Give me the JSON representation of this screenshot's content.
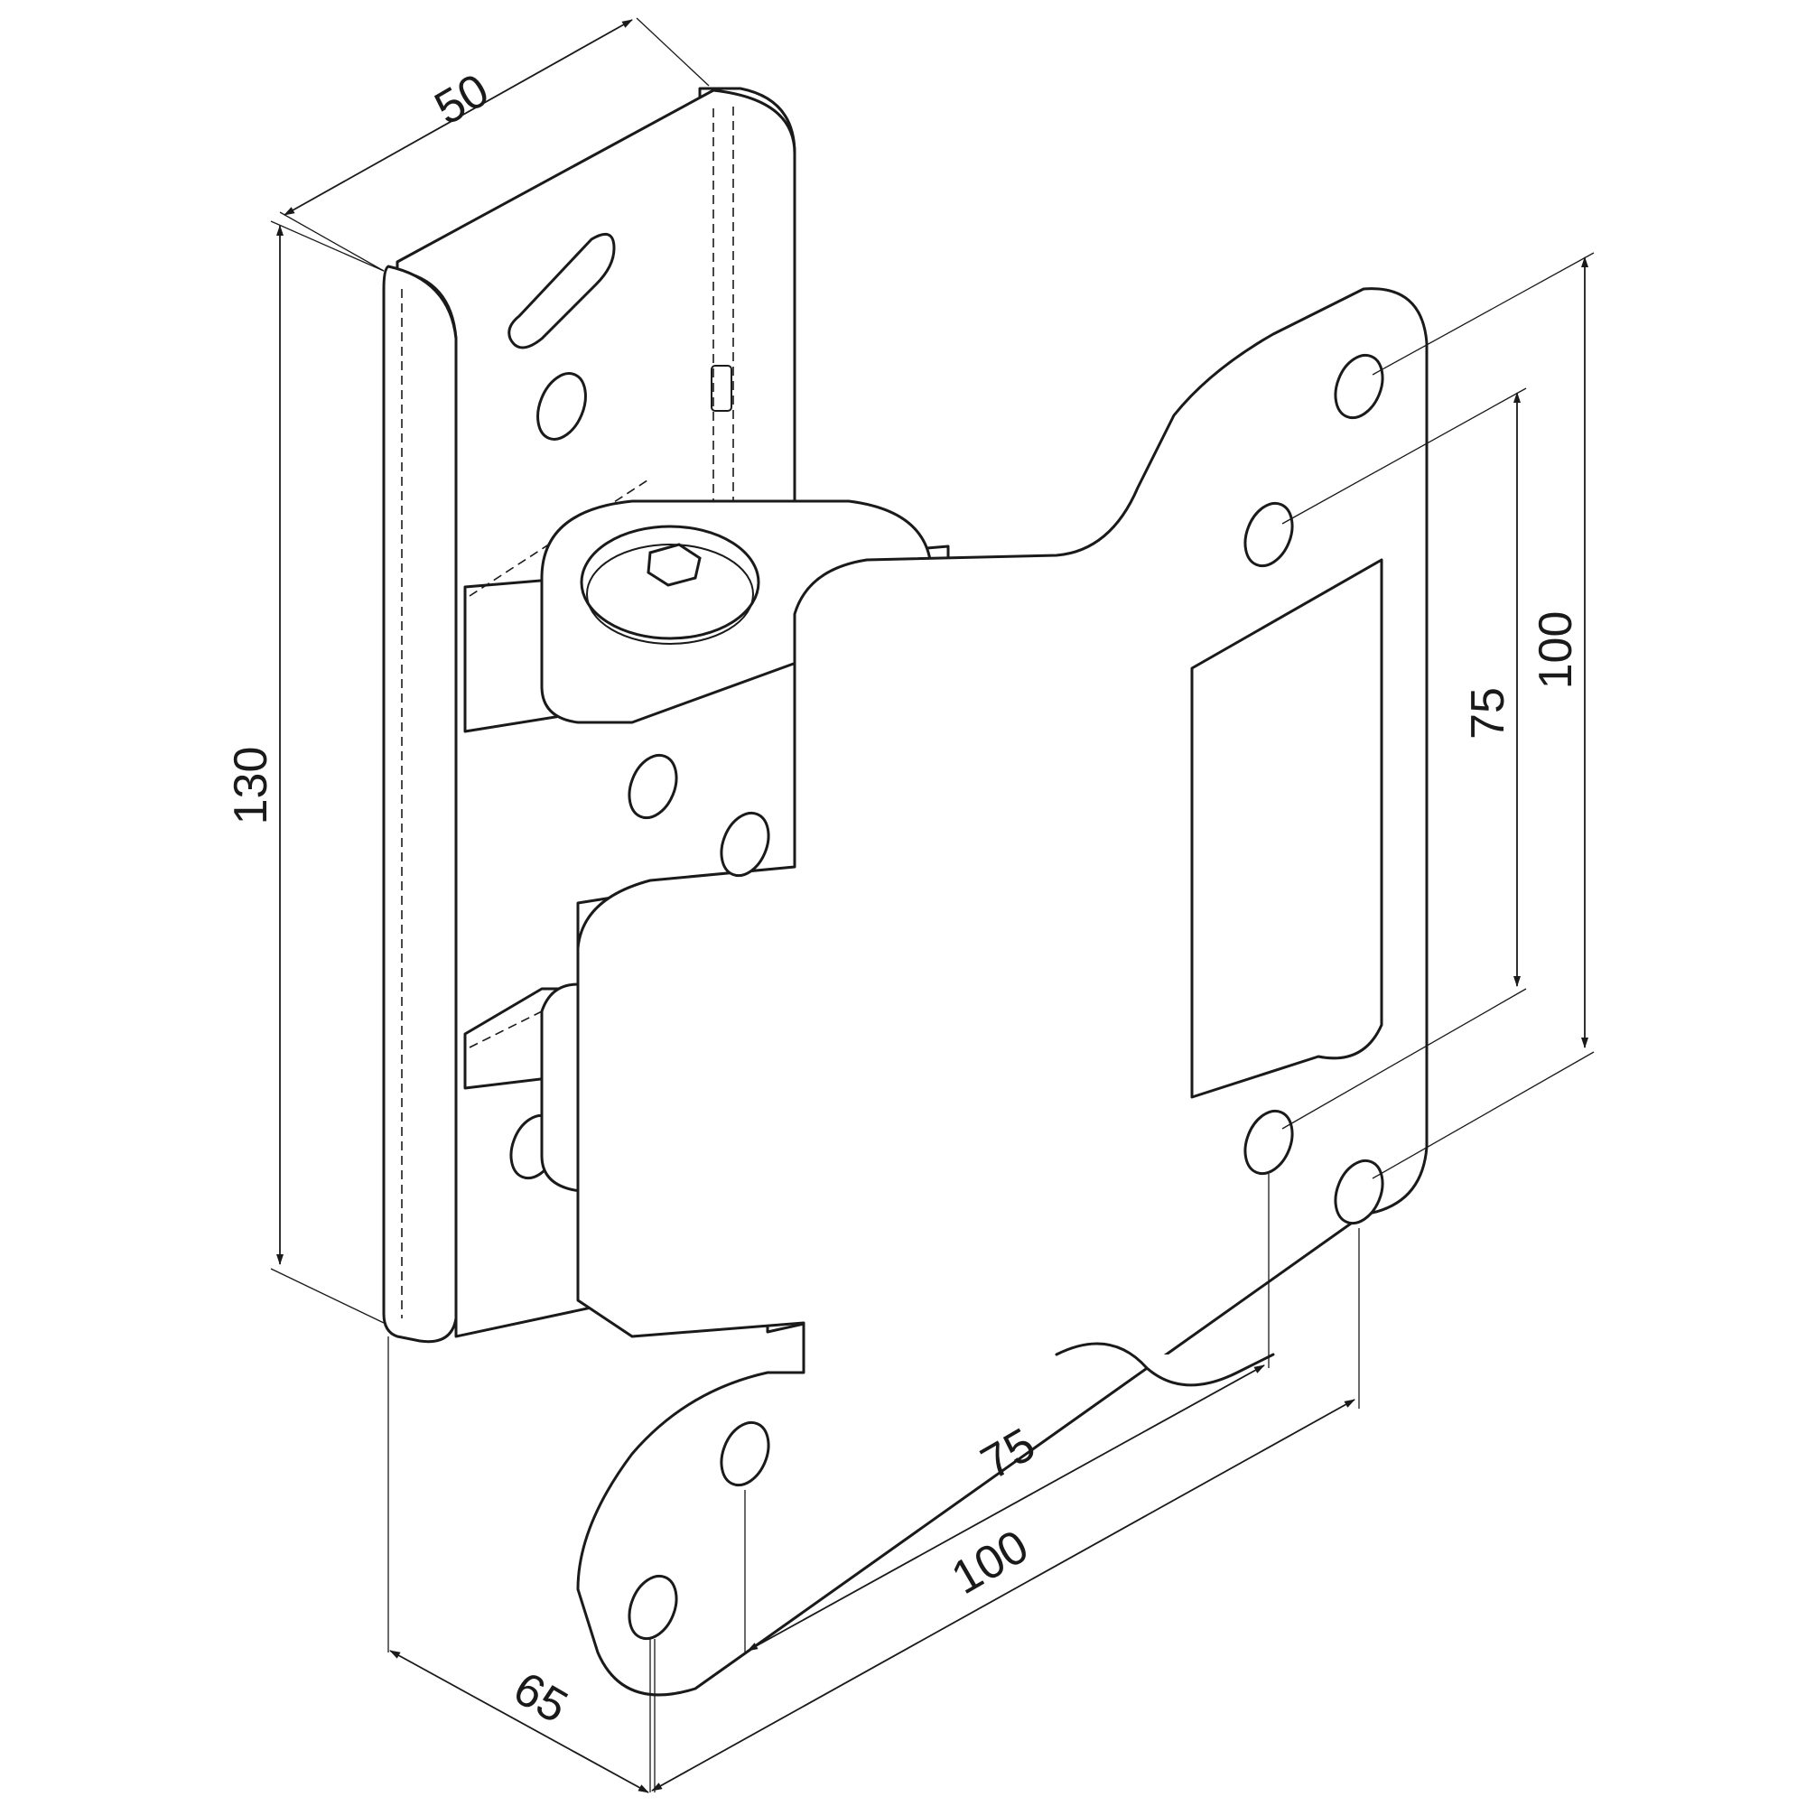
{
  "dimensions": {
    "wall_plate_width": "50",
    "wall_plate_height": "130",
    "arm_depth": "65",
    "vesa_horizontal_small": "75",
    "vesa_horizontal_large": "100",
    "vesa_vertical_small": "75",
    "vesa_vertical_large": "100"
  },
  "colors": {
    "line": "#1a1a1a",
    "background": "#ffffff"
  }
}
